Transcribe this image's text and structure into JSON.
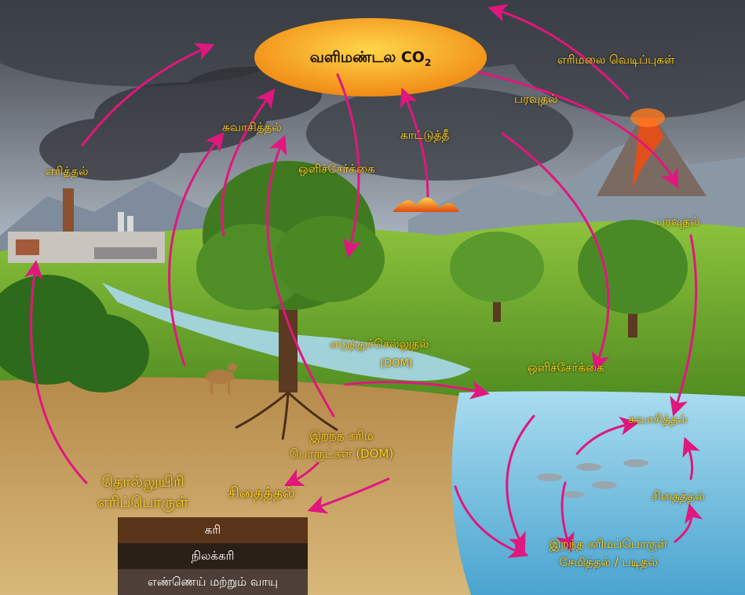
{
  "center": {
    "title": "வளிமண்டல CO",
    "subscript": "2"
  },
  "labels": {
    "eruptions": "எரிமலை வெடிப்புகள்",
    "diffusion_top": "பரவுதல்",
    "diffusion_right": "பரவுதல்",
    "respiration_land": "சுவாசித்தல்",
    "respiration_water": "சுவாசித்தல்",
    "wildfire": "காட்டுத்தீ",
    "photosynthesis_land": "ஒளிச்சேர்க்கை",
    "photosynthesis_water": "ஒளிச்சேர்க்கை",
    "combustion": "எரித்தல்",
    "transport": "எடுத்துச்செல்லுதல்",
    "transport_sub": "(DOM)",
    "dead_organic_line1": "இறந்த கரிம",
    "dead_organic_line2": "பொருட்கள் (DOM)",
    "decomposition_land": "சிதைத்தல்",
    "decomposition_water": "சிதைத்தல்",
    "fossil_fuel_line1": "தொல்லுயிரி",
    "fossil_fuel_line2": "எரிப்பொருள்",
    "sediment_line1": "இறந்த கரிமப்பொருள்",
    "sediment_line2": "சேமித்தல் / படிதல்"
  },
  "strata": {
    "coal": "கரி",
    "lignite": "நிலக்கரி",
    "oil_gas": "எண்ணெய் மற்றும் வாயு"
  },
  "colors": {
    "arrow": "#e0177e",
    "label": "#ffd21a",
    "co2_fill": "#f39a1c",
    "sky_dark": "#4a4f58",
    "grass": "#6aa52a",
    "soil": "#c9a05a",
    "water": "#7ec7e8",
    "strata_coal": "#5a3418",
    "strata_lignite": "#2a2018",
    "strata_oil": "#4e4038"
  }
}
